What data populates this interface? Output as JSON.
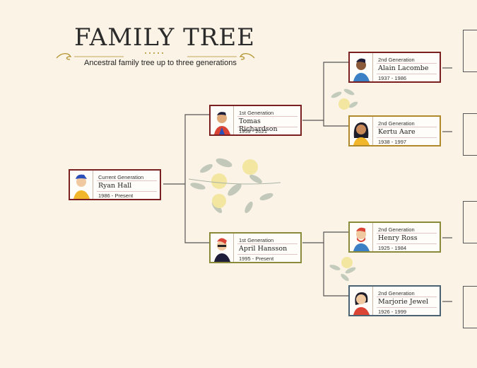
{
  "header": {
    "title": "FAMILY TREE",
    "subtitle": "Ancestral family tree up to three generations"
  },
  "people": {
    "current": {
      "generation": "Current Generation",
      "name": "Ryan Hall",
      "years": "1986 - Present",
      "border": "#7a2020"
    },
    "father": {
      "generation": "1st Generation",
      "name": "Tomas Richardson",
      "years": "1959 - 2021",
      "border": "#7a2020"
    },
    "mother": {
      "generation": "1st Generation",
      "name": "April Hansson",
      "years": "1995 - Present",
      "border": "#8a8a3a"
    },
    "pat_grandfather": {
      "generation": "2nd Generation",
      "name": "Alain Lacombe",
      "years": "1937 - 1986",
      "border": "#7a2020"
    },
    "pat_grandmother": {
      "generation": "2nd Generation",
      "name": "Kertu Aare",
      "years": "1938 - 1997",
      "border": "#b08a2a"
    },
    "mat_grandfather": {
      "generation": "2nd Generation",
      "name": "Henry Ross",
      "years": "1925 - 1984",
      "border": "#8a8a3a"
    },
    "mat_grandmother": {
      "generation": "2nd Generation",
      "name": "Marjorie Jewel",
      "years": "1926 - 1999",
      "border": "#4a6272"
    }
  },
  "colors": {
    "background": "#fbf3e6",
    "connector": "#555555",
    "leaf": "#9aa89a",
    "flower": "#f3e6a0"
  }
}
